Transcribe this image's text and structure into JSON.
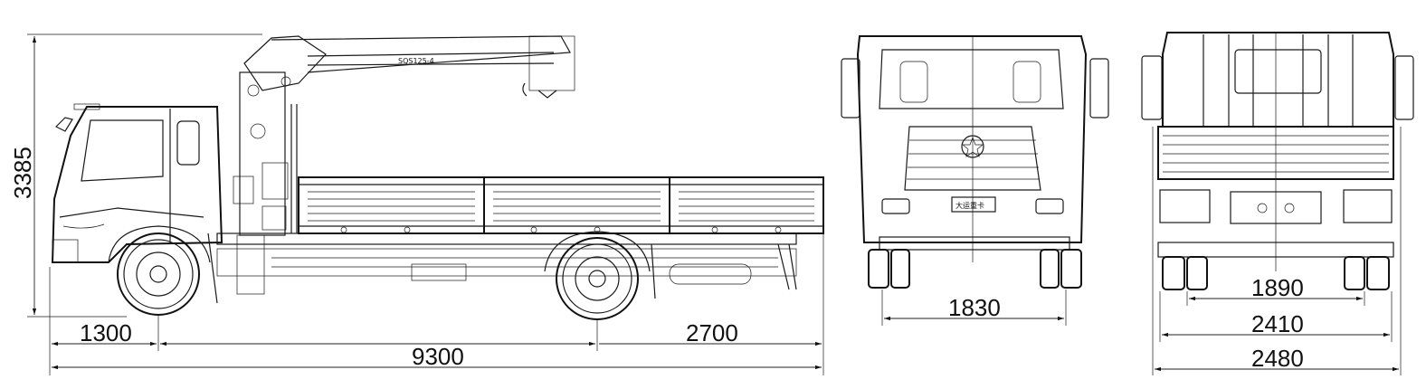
{
  "dimensions": {
    "overall_height": "3385",
    "front_overhang": "1300",
    "wheelbase": "2700",
    "overall_length": "9300",
    "front_track": "1830",
    "rear_track": "1890",
    "body_width": "2410",
    "overall_width": "2480"
  },
  "crane_label": "SQS125-4",
  "cab_plate": "大运重卡",
  "colors": {
    "line": "#1a1a1a",
    "background": "#ffffff"
  }
}
